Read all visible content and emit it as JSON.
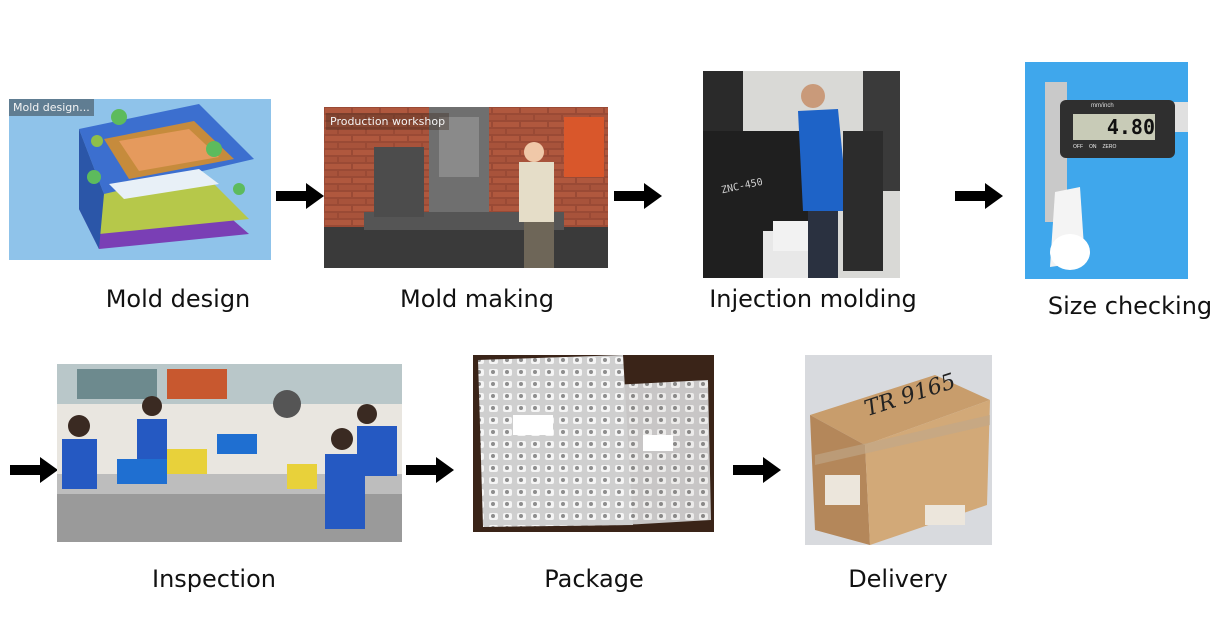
{
  "steps": [
    {
      "caption": "Mold design",
      "overlay": "Mold design..."
    },
    {
      "caption": "Mold making",
      "overlay": "Production workshop"
    },
    {
      "caption": "Injection molding",
      "machine_label": "ZNC-450"
    },
    {
      "caption": "Size checking",
      "caliper_reading": "4.80",
      "caliper_unit": "mm/inch",
      "caliper_buttons": [
        "OFF",
        "ON",
        "ZERO"
      ]
    },
    {
      "caption": "Inspection"
    },
    {
      "caption": "Package"
    },
    {
      "caption": "Delivery",
      "box_marking": "TR 9165"
    }
  ],
  "colors": {
    "arrow": "#000000",
    "caption": "#111111"
  }
}
